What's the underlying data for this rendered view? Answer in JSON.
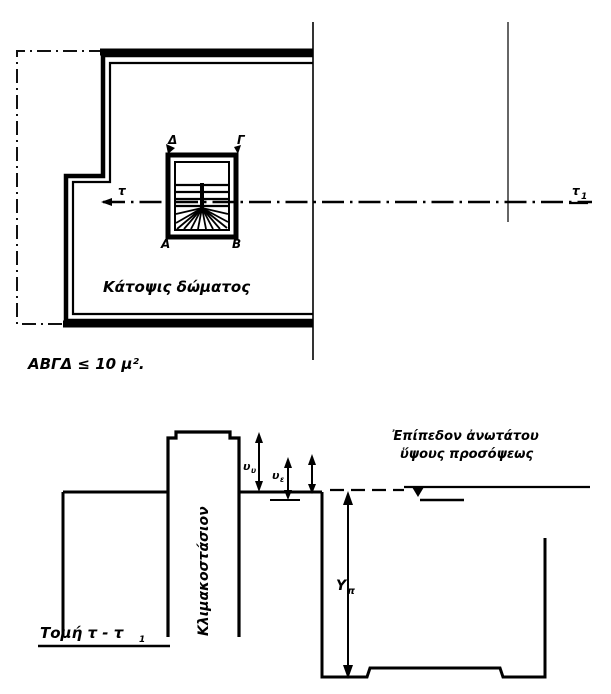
{
  "document": {
    "kind": "technical-drawing",
    "language": "Greek",
    "background_color": "#ffffff",
    "ink_color": "#000000"
  },
  "plan": {
    "title": "Κάτοψις δώματος",
    "formula": "ΑΒΓΔ ≤ 10 μ².",
    "section_mark_left": "τ",
    "section_mark_right": "τ",
    "section_mark_right_sub": "1",
    "stair_corners": {
      "top_left": "Δ",
      "top_right": "Γ",
      "bottom_left": "Α",
      "bottom_right": "Β"
    }
  },
  "section": {
    "title": "Τομή τ - τ",
    "title_sub": "1",
    "stairwell_label": "Κλιμακοστάσιον",
    "level_label_line1": "Ἐπίπεδον ἀνωτάτου",
    "level_label_line2": "ὕψους προσόψεως",
    "dim_small_1": "υ",
    "dim_small_1_sub": "υ",
    "dim_small_2": "υ",
    "dim_small_2_sub": "ε",
    "dim_height": "Υ",
    "dim_height_sub": "π"
  }
}
